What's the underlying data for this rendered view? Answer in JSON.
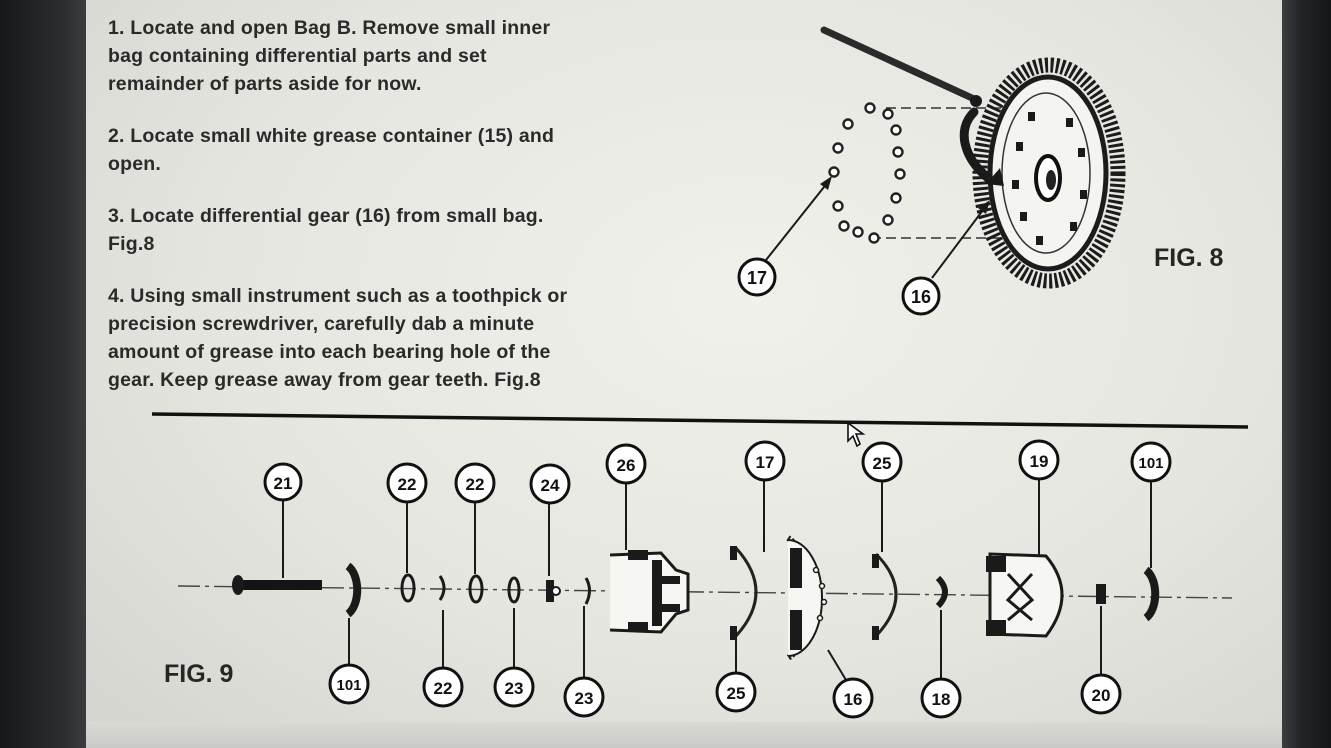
{
  "steps": [
    {
      "text": "1. Locate and open Bag B. Remove small inner\nbag containing differential parts and set\nremainder of parts aside for now."
    },
    {
      "text": "2. Locate small white grease container (15) and\nopen."
    },
    {
      "text": "3. Locate differential gear (16) from small bag.\nFig.8"
    },
    {
      "text": "4. Using small instrument such as a toothpick or\nprecision screwdriver, carefully dab a minute\namount of grease into each bearing hole of the\ngear. Keep grease away from gear teeth. Fig.8"
    }
  ],
  "fig8": {
    "label": "FIG.  8",
    "callouts": [
      "17",
      "16"
    ]
  },
  "fig9": {
    "label": "FIG.  9",
    "top_callouts": [
      "21",
      "22",
      "22",
      "24",
      "26",
      "17",
      "25",
      "19",
      "101"
    ],
    "bottom_callouts": [
      "101",
      "22",
      "23",
      "23",
      "25",
      "16",
      "18",
      "20"
    ]
  }
}
